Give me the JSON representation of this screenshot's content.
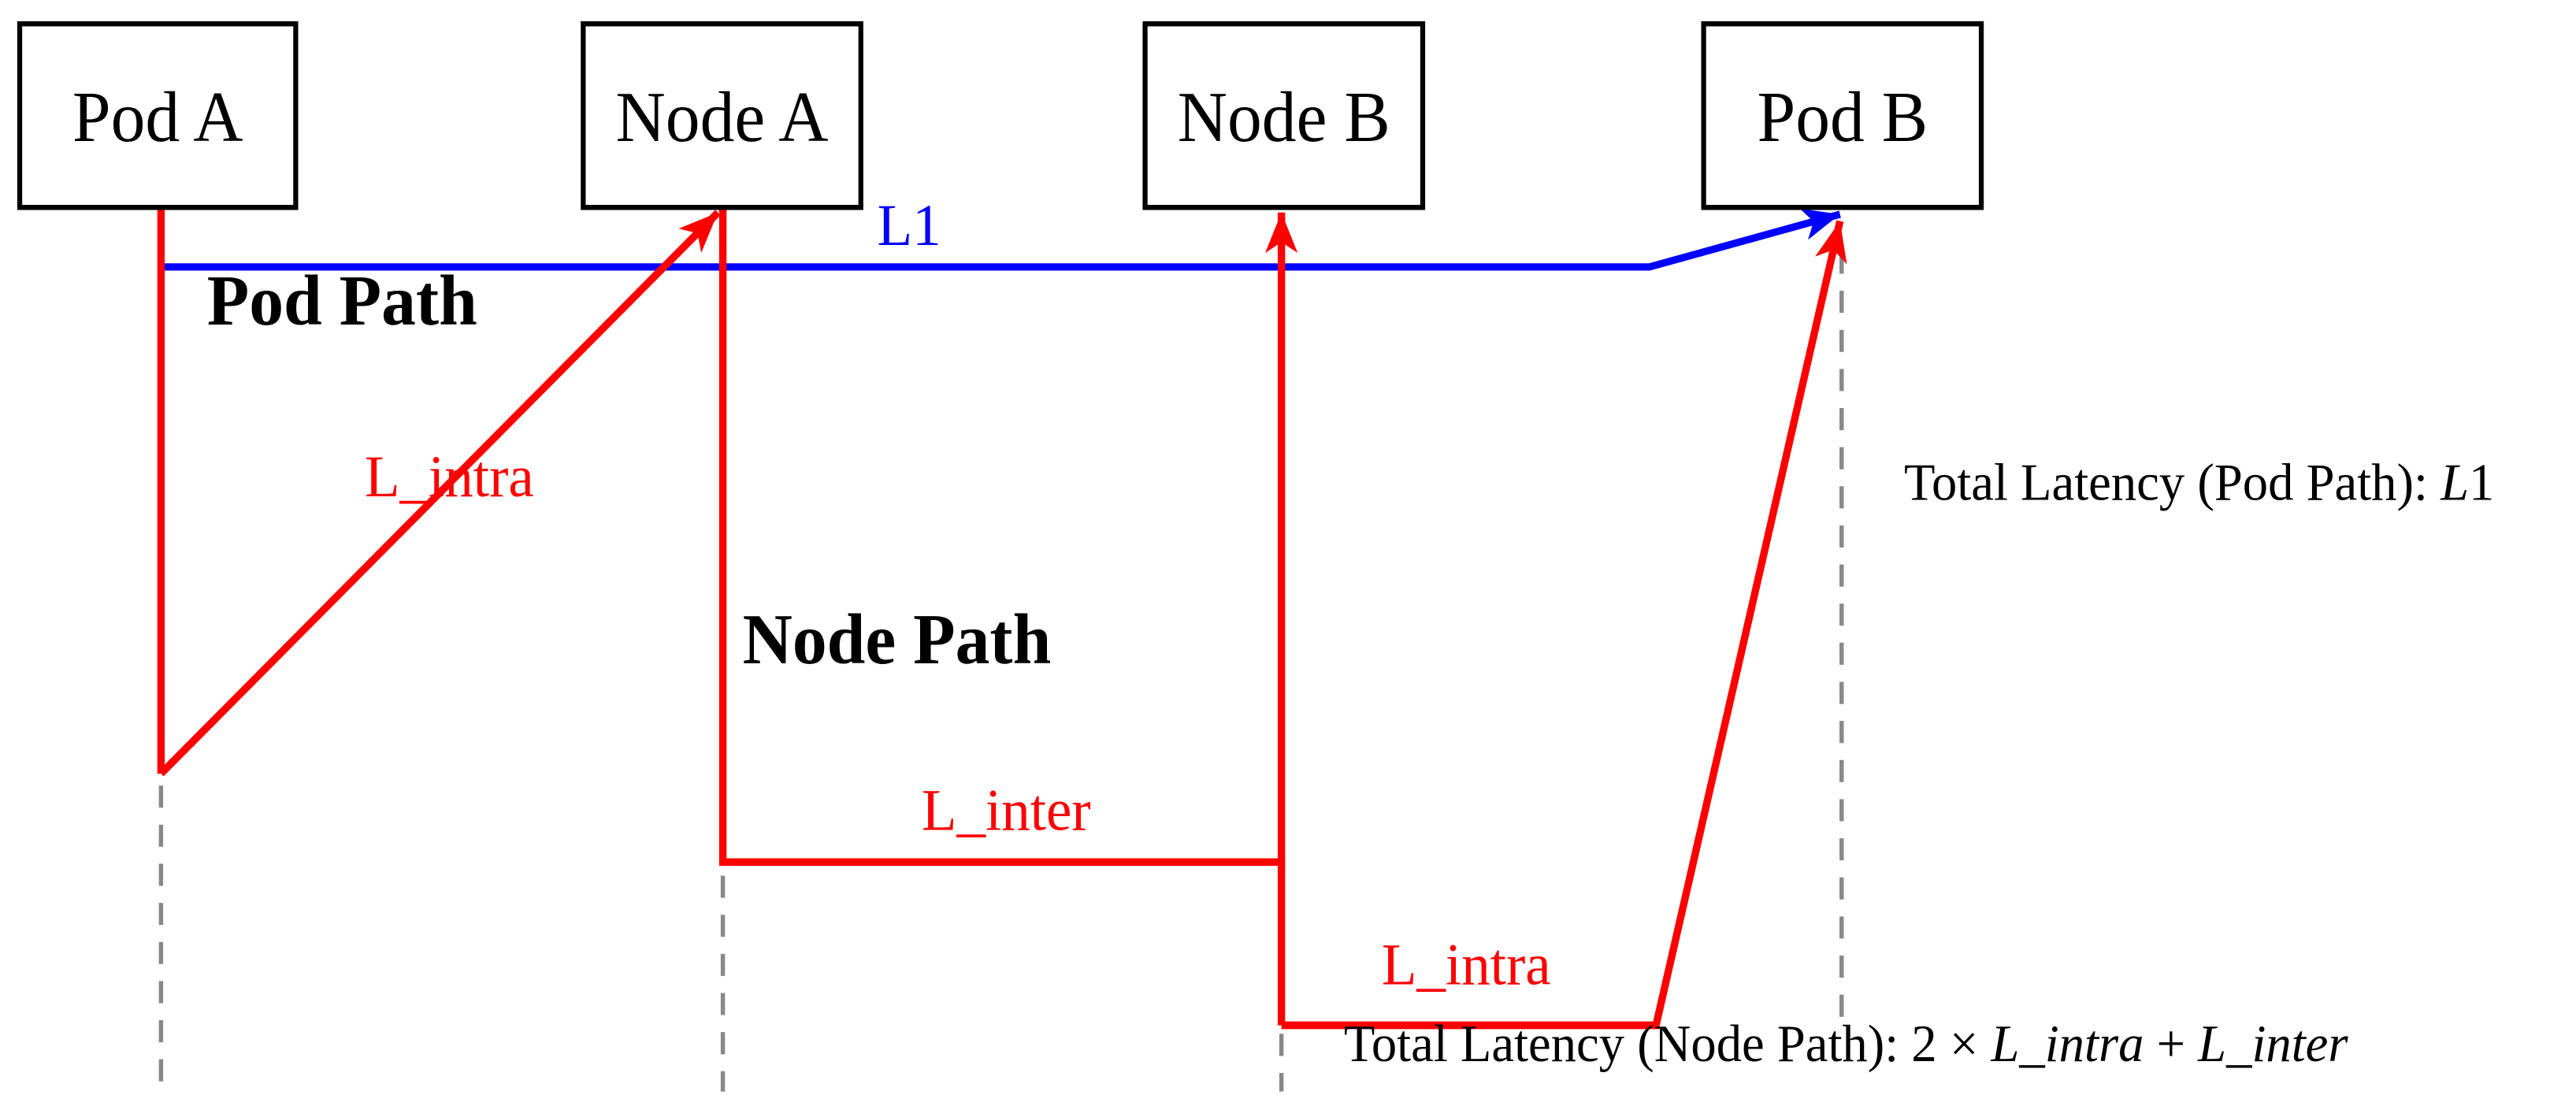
{
  "diagram_title": "Pod Path vs Node Path latency diagram",
  "colors": {
    "pod_path": "#0000ff",
    "node_path": "#ff0000",
    "dashed": "#888888",
    "box_border": "#000000",
    "box_fill": "#ffffff",
    "text": "#000000"
  },
  "boxes": [
    {
      "label": "Pod A"
    },
    {
      "label": "Node A"
    },
    {
      "label": "Node B"
    },
    {
      "label": "Pod B"
    }
  ],
  "path_labels": {
    "pod_path": "Pod Path",
    "node_path": "Node Path"
  },
  "edge_labels": {
    "l1": "L1",
    "l_intra_left": "L_intra",
    "l_inter": "L_inter",
    "l_intra_right": "L_intra"
  },
  "formulas": {
    "pod_total": {
      "prefix": "Total Latency (Pod Path): ",
      "var_italic": "L",
      "var_upright": "1"
    },
    "node_total": {
      "prefix": "Total Latency (Node Path): ",
      "coeff": "2 × ",
      "term1": "L_intra",
      "plus": " + ",
      "term2": "L_inter"
    }
  }
}
